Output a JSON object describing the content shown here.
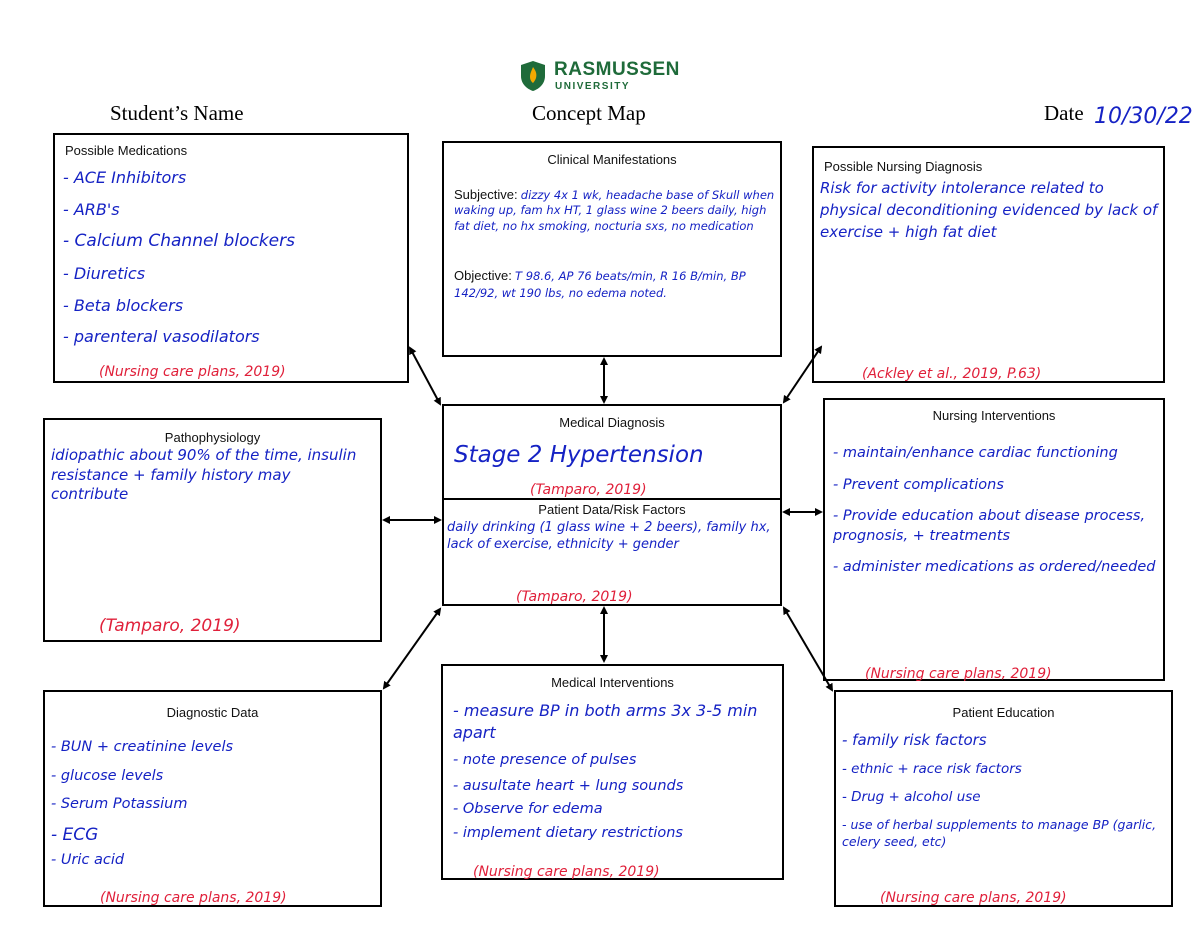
{
  "header": {
    "logo_line1": "RASMUSSEN",
    "logo_line2": "UNIVERSITY",
    "student_label": "Student’s Name",
    "center_title": "Concept Map",
    "date_label": "Date",
    "date_value": "10/30/22",
    "brand_color": "#1f6b3a",
    "logo_accent": "#f2a900"
  },
  "medications": {
    "title": "Possible Medications",
    "items": [
      "- ACE Inhibitors",
      "- ARB's",
      "- Calcium Channel blockers",
      "- Diuretics",
      "- Beta blockers",
      "- parenteral vasodilators"
    ],
    "citation": "(Nursing care plans, 2019)"
  },
  "clinical": {
    "title": "Clinical Manifestations",
    "subjective_label": "Subjective:",
    "subjective_text": "dizzy 4x 1 wk, headache base of Skull when waking up, fam hx HT, 1 glass wine 2 beers daily, high fat diet, no hx smoking, nocturia sxs, no medication",
    "objective_label": "Objective:",
    "objective_text": "T 98.6, AP 76 beats/min, R 16 B/min, BP 142/92, wt 190 lbs, no edema noted."
  },
  "nursing_dx": {
    "title": "Possible Nursing Diagnosis",
    "text": "Risk for activity intolerance related to physical deconditioning evidenced by lack of exercise + high fat diet",
    "citation": "(Ackley et al., 2019, P.63)"
  },
  "patho": {
    "title": "Pathophysiology",
    "text": "idiopathic about 90% of the time, insulin resistance + family history may contribute",
    "citation": "(Tamparo, 2019)"
  },
  "medical_dx": {
    "title": "Medical Diagnosis",
    "diagnosis": "Stage 2 Hypertension",
    "citation": "(Tamparo, 2019)"
  },
  "risk_factors": {
    "title": "Patient Data/Risk Factors",
    "text": "daily drinking (1 glass wine + 2 beers), family hx, lack of exercise, ethnicity + gender",
    "citation": "(Tamparo, 2019)"
  },
  "nursing_interventions": {
    "title": "Nursing Interventions",
    "items": [
      "- maintain/enhance cardiac functioning",
      "- Prevent complications",
      "- Provide education about disease process, prognosis, + treatments",
      "- administer medications as ordered/needed"
    ],
    "citation": "(Nursing care plans, 2019)"
  },
  "diagnostic": {
    "title": "Diagnostic Data",
    "items": [
      "- BUN + creatinine levels",
      "- glucose levels",
      "- Serum Potassium",
      "- ECG",
      "- Uric acid"
    ],
    "citation": "(Nursing care plans, 2019)"
  },
  "medical_interventions": {
    "title": "Medical Interventions",
    "items": [
      "- measure BP in both arms 3x 3-5 min apart",
      "- note presence of pulses",
      "- ausultate heart + lung sounds",
      "- Observe for edema",
      "- implement dietary restrictions"
    ],
    "citation": "(Nursing care plans, 2019)"
  },
  "education": {
    "title": "Patient Education",
    "items": [
      "- family risk factors",
      "- ethnic + race risk factors",
      "- Drug + alcohol use",
      "- use of herbal supplements to manage BP (garlic, celery seed, etc)"
    ],
    "citation": "(Nursing care plans, 2019)"
  }
}
